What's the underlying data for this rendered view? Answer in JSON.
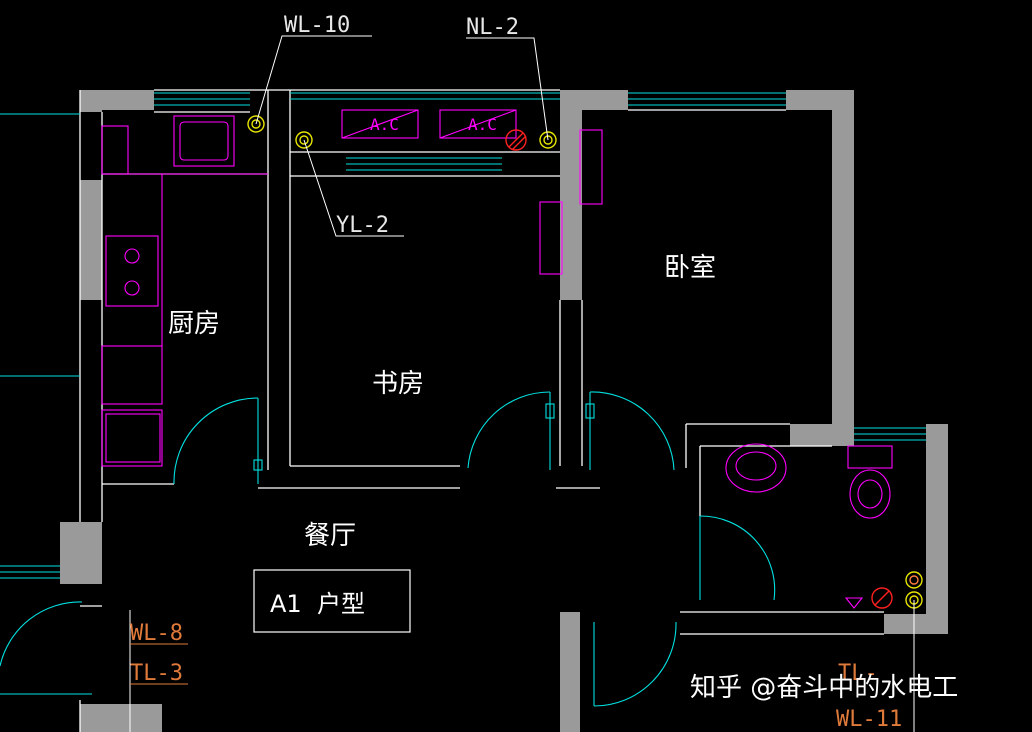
{
  "plan": {
    "colors": {
      "background": "#000000",
      "wall_fill": "#9a9a9a",
      "line": "#ffffff",
      "cyan": "#00e0e0",
      "magenta": "#ff00ff",
      "red": "#ff2020",
      "orange": "#e07a3a",
      "yellow": "#e6e600"
    },
    "rooms": {
      "kitchen": "厨房",
      "study": "书房",
      "bedroom": "卧室",
      "dining": "餐厅"
    },
    "unit_label": "A1  户型",
    "pipes": {
      "wl10": "WL-10",
      "nl2": "NL-2",
      "yl2": "YL-2",
      "wl8": "WL-8",
      "tl3": "TL-3",
      "tl_right": "TL-",
      "wl11": "WL-11"
    },
    "ac_label": "A.C",
    "watermark": "知乎 @奋斗中的水电工"
  }
}
